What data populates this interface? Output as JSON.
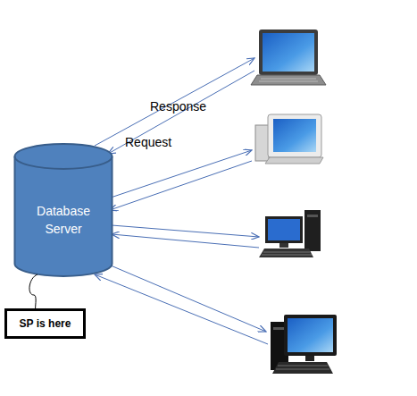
{
  "diagram": {
    "nodes": [
      {
        "text": [
          "Database Server"
        ]
      },
      {
        "text": [
          "SP is here"
        ]
      }
    ],
    "edges": [
      {
        "from": 0,
        "to": 1,
        "arrow": "none"
      }
    ],
    "labels": [
      "Response",
      "Request"
    ]
  }
}
